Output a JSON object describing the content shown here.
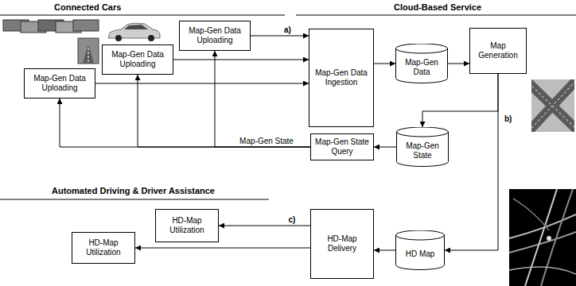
{
  "diagram": {
    "nodes": [
      {
        "text": [
          "Map-Gen Data Uploading"
        ]
      },
      {
        "text": [
          "Map-Gen Data Uploading"
        ]
      },
      {
        "text": [
          "Map-Gen Data Uploading"
        ]
      },
      {
        "text": [
          "Map-Gen Data Ingestion"
        ]
      },
      {
        "text": [
          "Map-Gen Data"
        ]
      },
      {
        "text": [
          "Map Generation"
        ]
      },
      {
        "text": [
          "Map-Gen State"
        ]
      },
      {
        "text": [
          "Map-Gen State Query"
        ]
      },
      {
        "text": [
          "HD Map"
        ]
      },
      {
        "text": [
          "HD-Map Delivery"
        ]
      },
      {
        "text": [
          "HD-Map Utilization"
        ]
      },
      {
        "text": [
          "HD-Map Utilization"
        ]
      }
    ],
    "edges": [
      {
        "from": 0,
        "to": 3,
        "arrow": "to",
        "label": "a)"
      },
      {
        "from": 1,
        "to": 3,
        "arrow": "to"
      },
      {
        "from": 2,
        "to": 3,
        "arrow": "to"
      },
      {
        "from": 3,
        "to": 4,
        "arrow": "to"
      },
      {
        "from": 4,
        "to": 5,
        "arrow": "to"
      },
      {
        "from": 5,
        "to": 6,
        "arrow": "to"
      },
      {
        "from": 5,
        "to": 8,
        "arrow": "to",
        "label": "b)"
      },
      {
        "from": 6,
        "to": 7,
        "arrow": "to"
      },
      {
        "from": 7,
        "to": 0,
        "arrow": "to",
        "label": "Map-Gen State"
      },
      {
        "from": 7,
        "to": 1,
        "arrow": "to"
      },
      {
        "from": 7,
        "to": 2,
        "arrow": "to"
      },
      {
        "from": 8,
        "to": 9,
        "arrow": "to"
      },
      {
        "from": 9,
        "to": 10,
        "arrow": "to",
        "label": "c)"
      },
      {
        "from": 9,
        "to": 11,
        "arrow": "to"
      }
    ],
    "labels": [
      "Connected Cars",
      "Cloud-Based Service",
      "Automated Driving & Driver Assistance"
    ]
  }
}
